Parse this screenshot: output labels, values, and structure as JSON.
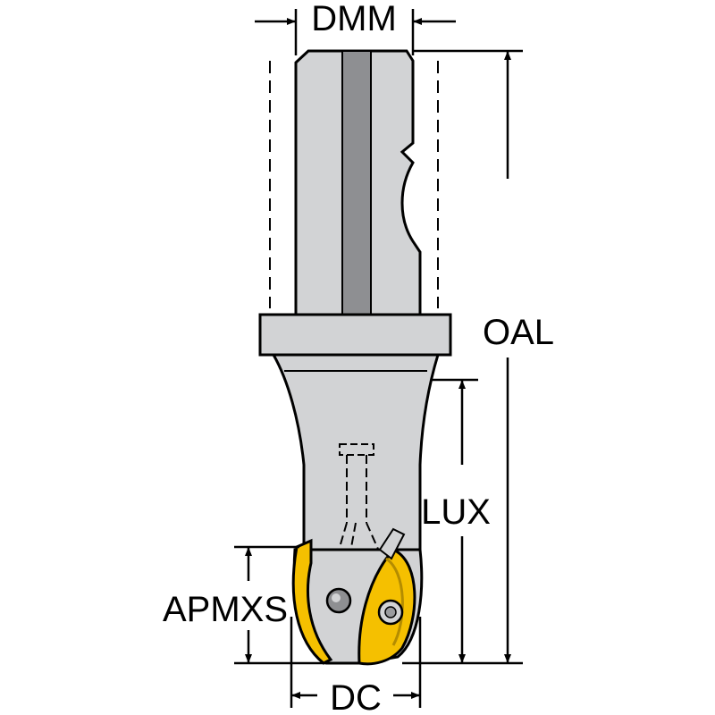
{
  "labels": {
    "dmm": "DMM",
    "oal": "OAL",
    "lux": "LUX",
    "apmxs": "APMXS",
    "dc": "DC"
  },
  "colors": {
    "body": "#d2d3d5",
    "body_dark": "#9a9b9e",
    "channel": "#8e8f92",
    "insert": "#f5c000",
    "insert_dark": "#b48c00",
    "line": "#000000"
  }
}
